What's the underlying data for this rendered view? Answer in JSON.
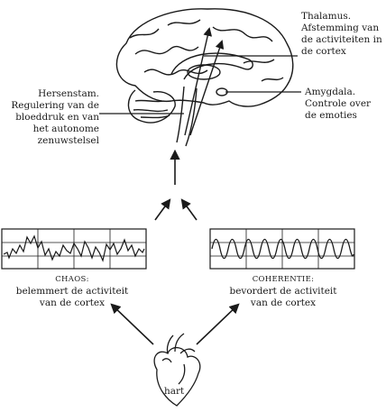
{
  "labels": {
    "thalamus": [
      "Thalamus.",
      "Afstemming van",
      "de activiteiten in",
      "de cortex"
    ],
    "hersenstam": [
      "Hersenstam.",
      "Regulering van de",
      "bloeddruk en van",
      "het autonome",
      "zenuwstelsel"
    ],
    "amygdala": [
      "Amygdala.",
      "Controle over",
      "de emoties"
    ],
    "chaos_title": "CHAOS:",
    "chaos_desc": [
      "belemmert de activiteit",
      "van de cortex"
    ],
    "coherence_title": "COHERENTIE:",
    "coherence_desc": [
      "bevordert de activiteit",
      "van de cortex"
    ],
    "heart": "hart"
  },
  "colors": {
    "ink": "#1a1a1a",
    "background": "#ffffff"
  }
}
